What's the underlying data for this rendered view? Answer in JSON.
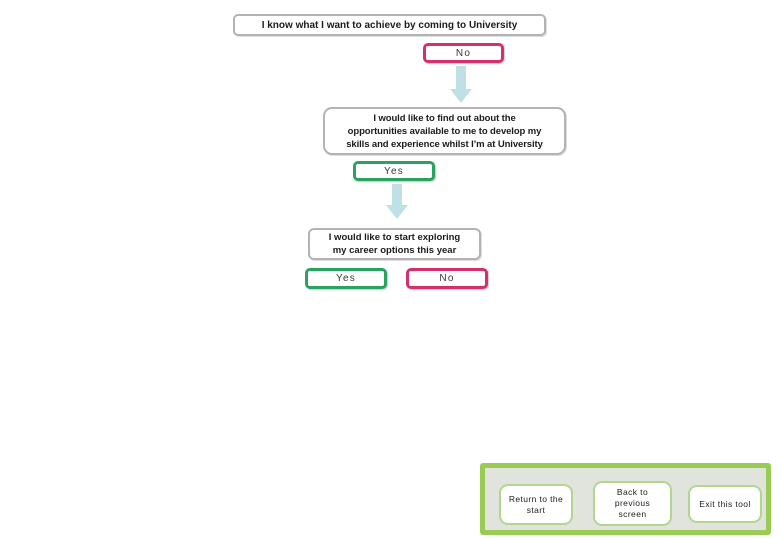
{
  "colors": {
    "answer_pink": "#d5306d",
    "answer_green": "#29a35f",
    "arrow_blue": "#bfe0e5",
    "question_border_gray": "#b3b3b3",
    "panel_border_green": "#9acc55",
    "panel_fill": "#e0e4dd",
    "nav_button_border_green": "#b2d68f"
  },
  "flow": {
    "step1": {
      "question": "I know what I want to achieve by coming to University",
      "lines": [
        "I know what I want to achieve by coming to University"
      ],
      "buttons": [
        {
          "label": "No",
          "variant": "pink"
        }
      ]
    },
    "step2": {
      "question": "I would like to find out about the opportunities available to me to develop my skills and experience whilst I’m at University",
      "lines": [
        "I would like to find out about the",
        "opportunities available to me to develop my",
        "skills and experience whilst I’m at University"
      ],
      "buttons": [
        {
          "label": "Yes",
          "variant": "green"
        }
      ]
    },
    "step3": {
      "question": "I would like to start exploring my career options this year",
      "lines": [
        "I would like to start exploring",
        "my career options this year"
      ],
      "buttons": [
        {
          "label": "Yes",
          "variant": "green"
        },
        {
          "label": "No",
          "variant": "pink"
        }
      ]
    }
  },
  "nav_panel": {
    "buttons": [
      {
        "label": "Return to the start",
        "lines": [
          "Return to the",
          "start"
        ]
      },
      {
        "label": "Back to previous screen",
        "lines": [
          "Back to",
          "previous",
          "screen"
        ]
      },
      {
        "label": "Exit this tool",
        "lines": [
          "Exit this tool"
        ]
      }
    ]
  }
}
